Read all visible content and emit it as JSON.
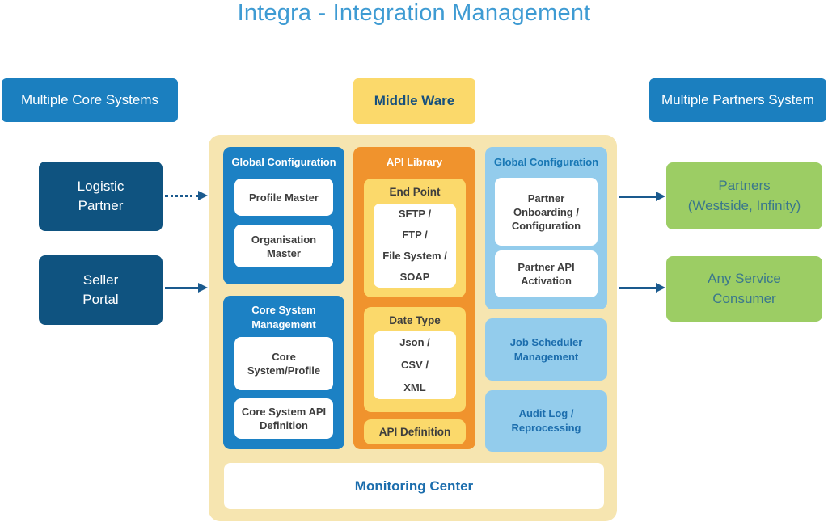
{
  "title": "Integra - Integration Management",
  "colors": {
    "title_blue": "#3e9bd3",
    "header_blue": "#1b7fbf",
    "navy": "#0f5380",
    "navy_text": "#17507d",
    "cream": "#f6e5b0",
    "panel_blue": "#1c81c4",
    "orange": "#f0932d",
    "yellow": "#fbd96b",
    "light_blue": "#93ccec",
    "lb_header_text": "#1877b4",
    "blue_text": "#1b6dad",
    "green": "#9ccd64",
    "teal_text": "#3a778c",
    "arrow": "#1a5a8e",
    "dark_text": "#3d3d3d"
  },
  "left": {
    "header": "Multiple Core Systems",
    "systems": [
      {
        "label": "Logistic Partner"
      },
      {
        "label": "Seller Portal"
      }
    ]
  },
  "middleware": {
    "header": "Middle Ware",
    "global_configuration": {
      "title": "Global Configuration",
      "items": [
        "Profile Master",
        "Organisation Master"
      ]
    },
    "core_system_management": {
      "title": "Core System Management",
      "items": [
        "Core System/Profile",
        "Core System API Definition"
      ]
    },
    "api_library": {
      "title": "API Library",
      "end_point": {
        "title": "End Point",
        "lines": [
          "SFTP /",
          "FTP /",
          "File System /",
          "SOAP"
        ]
      },
      "date_type": {
        "title": "Date Type",
        "lines": [
          "Json /",
          "CSV /",
          "XML"
        ]
      },
      "api_definition": "API Definition"
    },
    "partner_configuration": {
      "title": "Global Configuration",
      "items": [
        "Partner Onboarding / Configuration",
        "Partner API Activation"
      ]
    },
    "job_scheduler": "Job Scheduler Management",
    "audit_log": "Audit Log / Reprocessing",
    "monitoring_center": "Monitoring Center"
  },
  "right": {
    "header": "Multiple Partners System",
    "partners_lines": [
      "Partners",
      "(Westside, Infinity)"
    ],
    "consumer": "Any Service Consumer"
  }
}
